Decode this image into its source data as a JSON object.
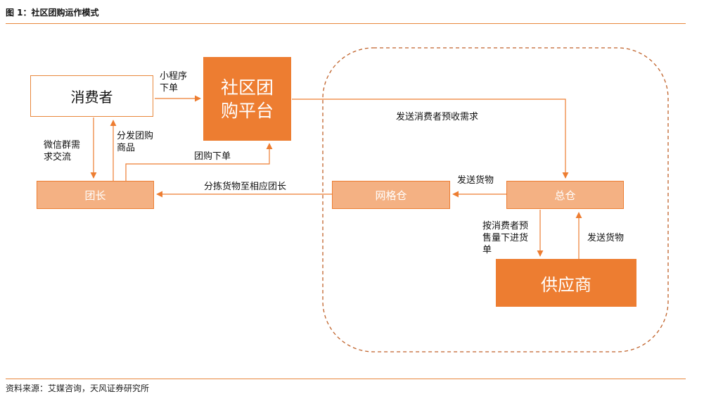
{
  "figure": {
    "title": "图 1：社区团购运作模式",
    "source": "资料来源：艾媒咨询，天风证券研究所"
  },
  "nodes": {
    "consumer": "消费者",
    "platform_line1": "社区团",
    "platform_line2": "购平台",
    "leader": "团长",
    "grid_warehouse": "网格仓",
    "central_warehouse": "总仓",
    "supplier": "供应商"
  },
  "edges": {
    "consumer_to_platform_line1": "小程序",
    "consumer_to_platform_line2": "下单",
    "consumer_to_leader_line1": "微信群需",
    "consumer_to_leader_line2": "求交流",
    "leader_to_consumer_line1": "分发团购",
    "leader_to_consumer_line2": "商品",
    "leader_to_platform": "团购下单",
    "platform_to_warehouse": "发送消费者预收需求",
    "warehouse_to_grid": "发送货物",
    "grid_to_leader": "分拣货物至相应团长",
    "warehouse_to_supplier_line1": "按消费者预",
    "warehouse_to_supplier_line2": "售量下进货",
    "warehouse_to_supplier_line3": "单",
    "supplier_to_warehouse": "发送货物"
  },
  "colors": {
    "accent": "#ed7d31",
    "light_fill": "#f4b183",
    "rule": "#e8873c"
  }
}
